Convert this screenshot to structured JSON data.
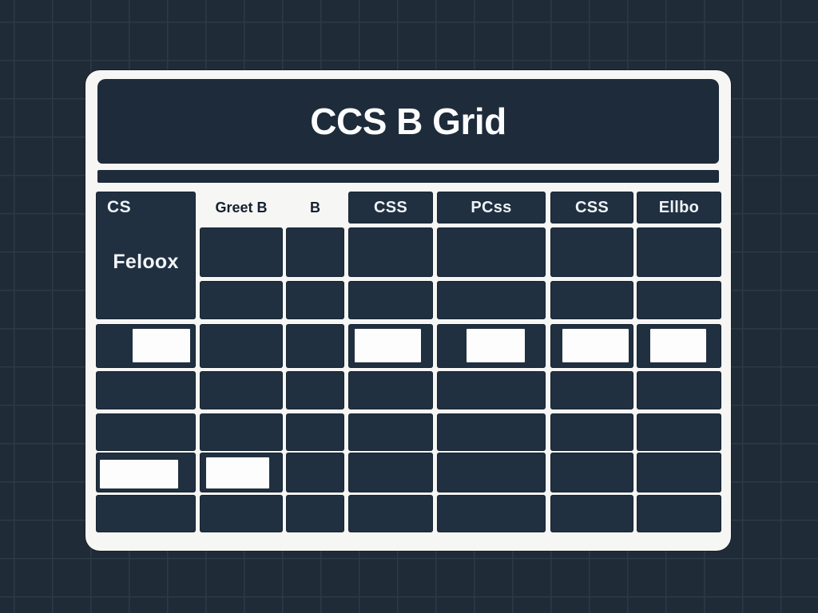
{
  "title_bar": {
    "title": "CCS B Grid"
  },
  "colors": {
    "page_background": "#202b38",
    "page_grid_line": "#2c3946",
    "panel_background": "#f6f6f4",
    "cell_background": "#203040",
    "title_bar_background": "#1e2b3a",
    "light_text": "#f2f5f8",
    "dark_text": "#16212f",
    "swatch": "#fdfdfd"
  },
  "grid": {
    "first_column_header": "CS",
    "first_column_label": "Feloox",
    "light_header_labels": [
      "Greet B",
      "B"
    ],
    "dark_header_labels": [
      "CSS",
      "PCss",
      "CSS",
      "Ellbo"
    ],
    "rows": [
      {
        "id": "r2",
        "cols": [
          2,
          3,
          4,
          5,
          6,
          7
        ],
        "swatch_cols": []
      },
      {
        "id": "r3",
        "cols": [
          2,
          3,
          4,
          5,
          6,
          7
        ],
        "swatch_cols": []
      },
      {
        "id": "r4",
        "cols": [
          1,
          2,
          3,
          4,
          5,
          6,
          7
        ],
        "swatch_cols": [
          1,
          4,
          5,
          6,
          7
        ]
      },
      {
        "id": "r5",
        "cols": [
          1,
          2,
          3,
          4,
          5,
          6,
          7
        ],
        "swatch_cols": []
      },
      {
        "id": "r6",
        "cols": [
          1,
          2,
          3,
          4,
          5,
          6,
          7
        ],
        "swatch_cols": []
      },
      {
        "id": "r7",
        "cols": [
          1,
          2,
          3,
          4,
          5,
          6,
          7
        ],
        "swatch_cols": [
          1,
          2
        ]
      },
      {
        "id": "r8",
        "cols": [
          1,
          2,
          3,
          4,
          5,
          6,
          7
        ],
        "swatch_cols": []
      }
    ]
  }
}
